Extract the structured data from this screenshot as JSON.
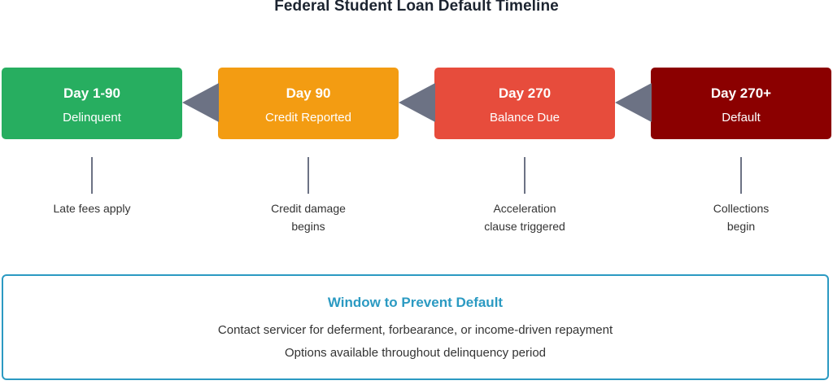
{
  "title": "Federal Student Loan Default Timeline",
  "colors": {
    "delinquent": "#27ae60",
    "credit_reported": "#f39c12",
    "balance_due": "#e74c3c",
    "default": "#8b0000",
    "connector": "#6c7284",
    "window_accent": "#2b9ac2"
  },
  "stages": [
    {
      "day": "Day 1-90",
      "label": "Delinquent",
      "note": [
        "Late fees apply"
      ]
    },
    {
      "day": "Day 90",
      "label": "Credit Reported",
      "note": [
        "Credit damage",
        "begins"
      ]
    },
    {
      "day": "Day 270",
      "label": "Balance Due",
      "note": [
        "Acceleration",
        "clause triggered"
      ]
    },
    {
      "day": "Day 270+",
      "label": "Default",
      "note": [
        "Collections",
        "begin"
      ]
    }
  ],
  "window": {
    "title": "Window to Prevent Default",
    "line1": "Contact servicer for deferment, forbearance, or income-driven repayment",
    "line2": "Options available throughout delinquency period"
  }
}
